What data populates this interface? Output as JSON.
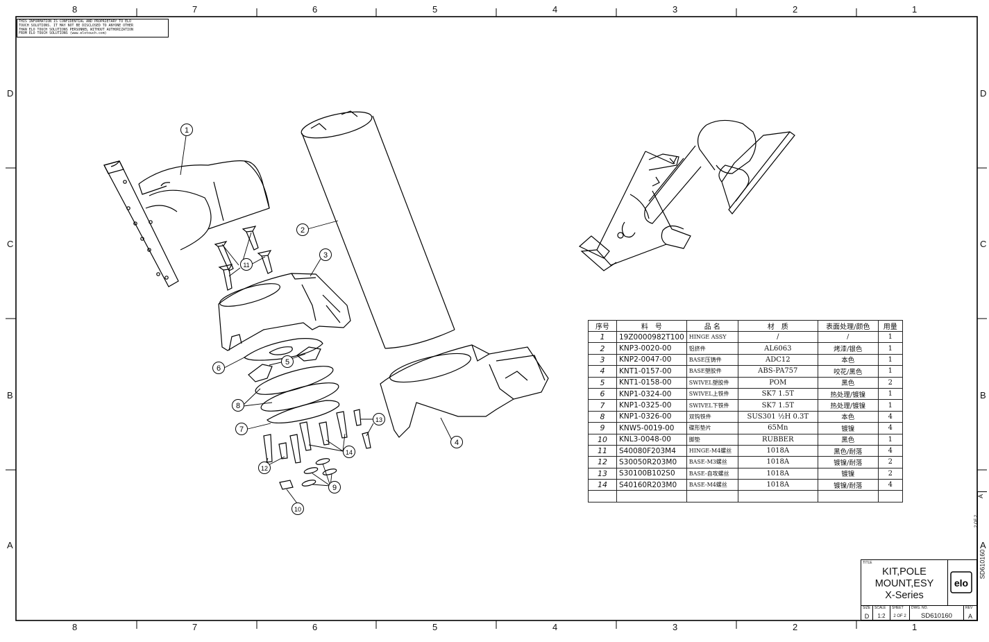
{
  "notice": {
    "lines": [
      "THIS INFORMATION IS CONFIDENTIAL AND PROPRIETARY TO ELO",
      "TOUCH SOLUTIONS. IT MAY NOT BE DISCLOSED TO ANYONE OTHER",
      "THAN ELO TOUCH SOLUTIONS PERSONNEL WITHOUT AUTHORIZATION",
      "FROM ELO TOUCH SOLUTIONS (www.elotouch.com)"
    ]
  },
  "zones": {
    "columns": [
      "8",
      "7",
      "6",
      "5",
      "4",
      "3",
      "2",
      "1"
    ],
    "rows": [
      "D",
      "C",
      "B",
      "A"
    ]
  },
  "balloons": [
    "1",
    "2",
    "3",
    "5",
    "6",
    "7",
    "8",
    "9",
    "10",
    "11",
    "12",
    "13",
    "14",
    "4"
  ],
  "bom": {
    "headers": [
      "序号",
      "料　号",
      "品 名",
      "材　质",
      "表面处理/颜色",
      "用量"
    ],
    "rows": [
      {
        "no": "1",
        "pn": "19Z0000982T100",
        "name": "HINGE ASSY",
        "material": "/",
        "finish": "/",
        "qty": "1"
      },
      {
        "no": "2",
        "pn": "KNP3-0020-00",
        "name": "铝挤件",
        "material": "AL6063",
        "finish": "烤漆/银色",
        "qty": "1"
      },
      {
        "no": "3",
        "pn": "KNP2-0047-00",
        "name": "BASE压铸件",
        "material": "ADC12",
        "finish": "本色",
        "qty": "1"
      },
      {
        "no": "4",
        "pn": "KNT1-0157-00",
        "name": "BASE塑胶件",
        "material": "ABS-PA757",
        "finish": "咬花/黑色",
        "qty": "1"
      },
      {
        "no": "5",
        "pn": "KNT1-0158-00",
        "name": "SWIVEL塑胶件",
        "material": "POM",
        "finish": "黑色",
        "qty": "2"
      },
      {
        "no": "6",
        "pn": "KNP1-0324-00",
        "name": "SWIVEL上铁件",
        "material": "SK7 1.5T",
        "finish": "热处理/镀镍",
        "qty": "1"
      },
      {
        "no": "7",
        "pn": "KNP1-0325-00",
        "name": "SWIVEL下铁件",
        "material": "SK7 1.5T",
        "finish": "热处理/镀镍",
        "qty": "1"
      },
      {
        "no": "8",
        "pn": "KNP1-0326-00",
        "name": "双钩铁件",
        "material": "SUS301 ½H 0.3T",
        "finish": "本色",
        "qty": "4"
      },
      {
        "no": "9",
        "pn": "KNW5-0019-00",
        "name": "碟形垫片",
        "material": "65Mn",
        "finish": "镀镍",
        "qty": "4"
      },
      {
        "no": "10",
        "pn": "KNL3-0048-00",
        "name": "脚垫",
        "material": "RUBBER",
        "finish": "黑色",
        "qty": "1"
      },
      {
        "no": "11",
        "pn": "S40080F203M4",
        "name": "HINGE-M4螺丝",
        "material": "1018A",
        "finish": "黑色/耐落",
        "qty": "4"
      },
      {
        "no": "12",
        "pn": "S30050R203M0",
        "name": "BASE-M3螺丝",
        "material": "1018A",
        "finish": "镀镍/耐落",
        "qty": "2"
      },
      {
        "no": "13",
        "pn": "S30100B102S0",
        "name": "BASE-自攻螺丝",
        "material": "1018A",
        "finish": "镀镍",
        "qty": "2"
      },
      {
        "no": "14",
        "pn": "S40160R203M0",
        "name": "BASE-M4螺丝",
        "material": "1018A",
        "finish": "镀镍/耐落",
        "qty": "4"
      }
    ]
  },
  "title_block": {
    "title_label": "TITLE",
    "title_lines": [
      "KIT,POLE",
      "MOUNT,ESY",
      "X-Series"
    ],
    "logo_text": "elo",
    "size_label": "SIZE",
    "size": "D",
    "scale_label": "SCALE",
    "scale": "1:2",
    "sheet_label": "SHEET",
    "sheet": "2 OF 2",
    "dwg_label": "DWG. NO.",
    "dwg_no": "SD610160",
    "rev_label": "REV",
    "rev": "A"
  },
  "side_strip": {
    "dwg_no": "SD610160",
    "rev": "A",
    "sheet": "2 OF 2"
  }
}
